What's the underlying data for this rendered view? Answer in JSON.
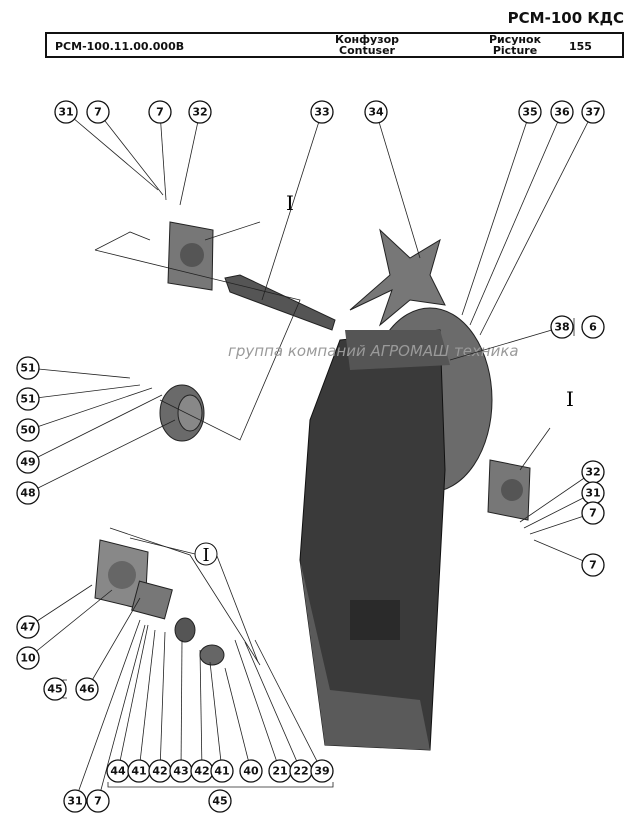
{
  "header": {
    "doc_code": "РСМ-100 КДС",
    "part_number": "РСМ-100.11.00.000В",
    "name_ru": "Конфузор",
    "name_en": "Contuser",
    "picture_ru": "Рисунок",
    "picture_en": "Picture",
    "picture_number": "155"
  },
  "view_labels": [
    "I",
    "I",
    "I"
  ],
  "watermark": "группа компаний АГРОМАШ техника",
  "callouts": [
    "31",
    "7",
    "7",
    "32",
    "33",
    "34",
    "35",
    "36",
    "37",
    "38",
    "6",
    "51",
    "51",
    "50",
    "49",
    "48",
    "32",
    "31",
    "7",
    "7",
    "47",
    "10",
    "45",
    "46",
    "44",
    "41",
    "42",
    "43",
    "42",
    "41",
    "40",
    "21",
    "22",
    "39",
    "31",
    "7",
    "45"
  ],
  "colors": {
    "part_dark": "#3a3a3a",
    "part_mid": "#6b6b6b",
    "line": "#111111"
  }
}
